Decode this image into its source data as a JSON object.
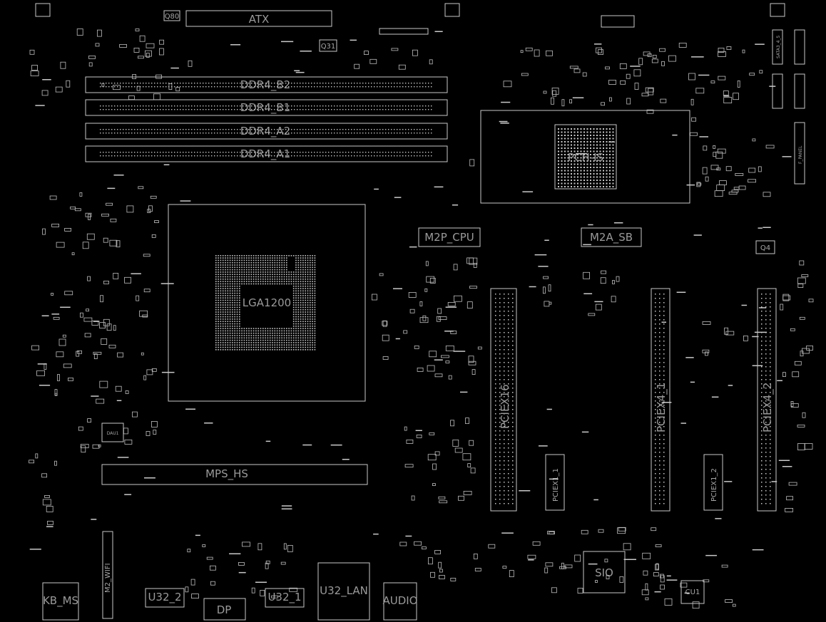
{
  "labels": {
    "atx": "ATX",
    "q80": "Q80",
    "q31": "Q31",
    "ddr_b2": "DDR4_B2",
    "ddr_b1": "DDR4_B1",
    "ddr_a2": "DDR4_A2",
    "ddr_a1": "DDR4_A1",
    "pch": "PCH-IS",
    "lga": "LGA1200",
    "m2p": "M2P_CPU",
    "m2a": "M2A_SB",
    "q4": "Q4",
    "pciex16": "PCIEX16",
    "pciex4_1": "PCIEX4_1",
    "pciex4_2": "PCIEX4_2",
    "pciex1_1": "PCIEX1_1",
    "pciex1_2": "PCIEX1_2",
    "sio": "SIO",
    "cu1": "CU1",
    "usb32_lan": "U32_LAN",
    "audio": "AUDIO",
    "dp": "DP",
    "u32_2": "U32_2",
    "u32_1": "U32_1",
    "kb_ms": "KB_MS",
    "m2_wifi": "M2_WIFI",
    "mps": "MPS_HS",
    "dau1": "DAU1",
    "f_panel": "F_PANEL",
    "sata_a3": "SATA3_4_5"
  }
}
